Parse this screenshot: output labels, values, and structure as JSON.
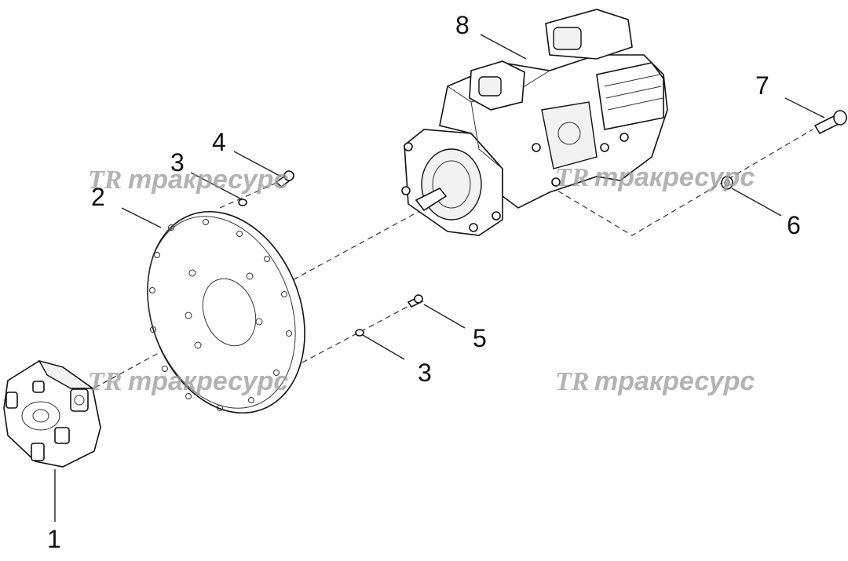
{
  "diagram": {
    "callouts": [
      {
        "id": "c1",
        "label": "1"
      },
      {
        "id": "c2",
        "label": "2"
      },
      {
        "id": "c3a",
        "label": "3"
      },
      {
        "id": "c3b",
        "label": "3"
      },
      {
        "id": "c4",
        "label": "4"
      },
      {
        "id": "c5",
        "label": "5"
      },
      {
        "id": "c6",
        "label": "6"
      },
      {
        "id": "c7",
        "label": "7"
      },
      {
        "id": "c8",
        "label": "8"
      }
    ],
    "watermark": {
      "logo": "TR",
      "text": "тракресурс",
      "color": "#9a9a9a"
    },
    "parts": [
      {
        "label": "1",
        "icon": "coupling-icon"
      },
      {
        "label": "2",
        "icon": "flywheel-plate-icon"
      },
      {
        "label": "3",
        "icon": "washer-icon"
      },
      {
        "label": "4",
        "icon": "bolt-icon"
      },
      {
        "label": "5",
        "icon": "bolt-icon"
      },
      {
        "label": "6",
        "icon": "washer-icon"
      },
      {
        "label": "7",
        "icon": "bolt-icon"
      },
      {
        "label": "8",
        "icon": "hydraulic-pump-icon"
      }
    ]
  }
}
